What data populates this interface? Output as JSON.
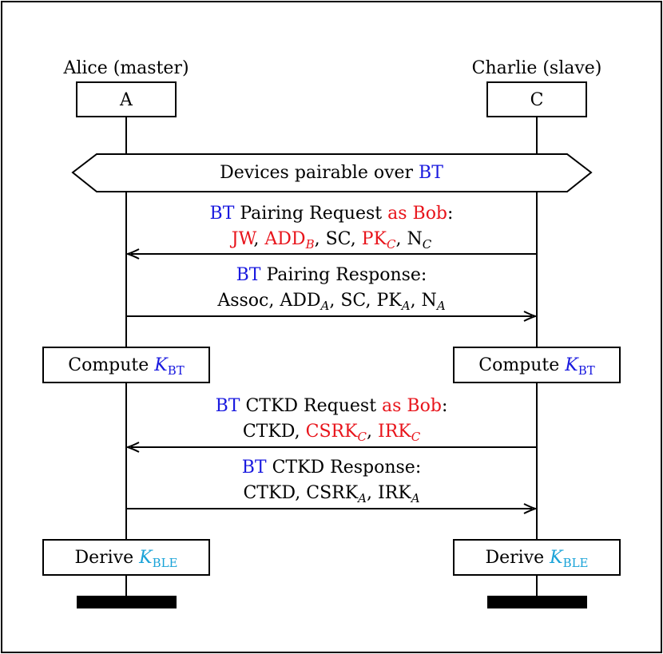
{
  "participants": {
    "alice": {
      "role_label": "Alice (master)",
      "box_label": "A"
    },
    "charlie": {
      "role_label": "Charlie (slave)",
      "box_label": "C"
    }
  },
  "colors": {
    "blue": "#1a1adf",
    "red": "#e8141b",
    "cyan": "#1aa3d8"
  },
  "banner": {
    "text": "Devices pairable over ",
    "bt": "BT"
  },
  "msg1": {
    "bt": "BT",
    "title": " Pairing Request ",
    "as_bob": "as Bob",
    "colon": ":",
    "jw": "JW",
    "sep": ", ",
    "add": "ADD",
    "add_sub": "B",
    "sc": "SC",
    "pk": "PK",
    "pk_sub": "C",
    "n": "N",
    "n_sub": "C"
  },
  "msg2": {
    "bt": "BT",
    "title": " Pairing Response:",
    "assoc": "Assoc, ",
    "add": "ADD",
    "add_sub": "A",
    "sc": ", SC, ",
    "pk": "PK",
    "pk_sub": "A",
    "n": ", N",
    "n_sub": "A"
  },
  "compute": {
    "text": "Compute ",
    "k": "K",
    "sub": "BT"
  },
  "msg3": {
    "bt": "BT",
    "title": " CTKD Request ",
    "as_bob": "as Bob",
    "colon": ":",
    "ctkd": "CTKD, ",
    "csrk": "CSRK",
    "csrk_sub": "C",
    "sep": ", ",
    "irk": "IRK",
    "irk_sub": "C"
  },
  "msg4": {
    "bt": "BT",
    "title": " CTKD Response:",
    "ctkd": "CTKD, ",
    "csrk": "CSRK",
    "csrk_sub": "A",
    "irk": ", IRK",
    "irk_sub": "A"
  },
  "derive": {
    "text": "Derive ",
    "k": "K",
    "sub": "BLE"
  }
}
